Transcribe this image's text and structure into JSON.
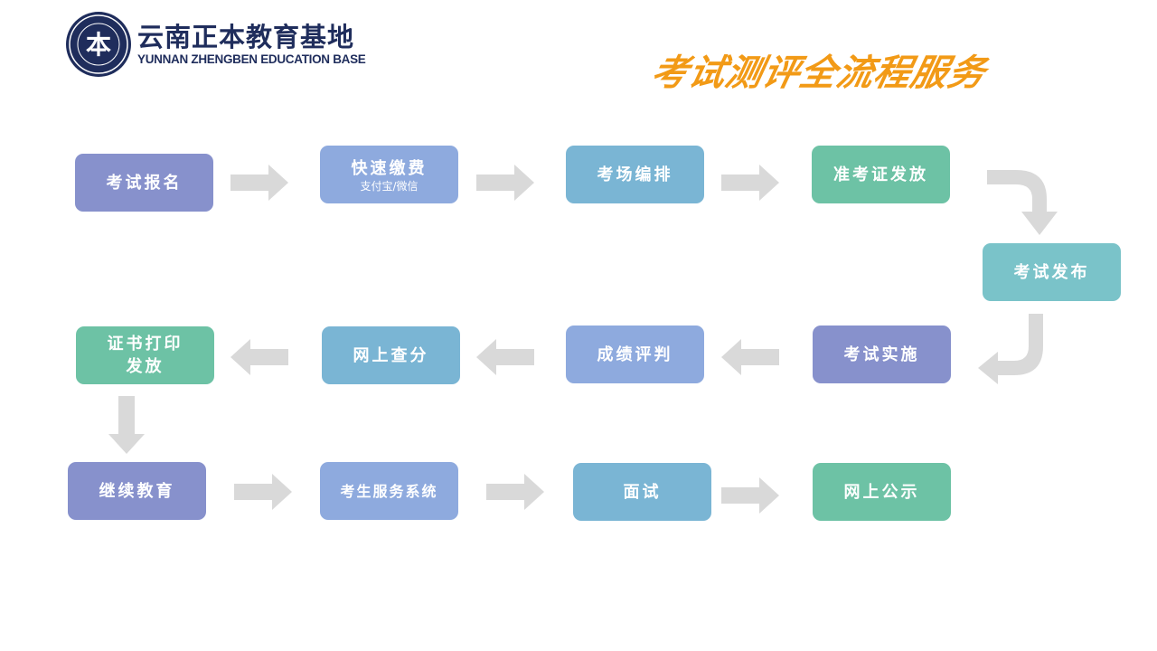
{
  "header": {
    "logo_cn": "云南正本教育基地",
    "logo_en": "YUNNAN ZHENGBEN EDUCATION BASE",
    "seal_char": "本",
    "title": "考试测评全流程服务"
  },
  "colors": {
    "brand_navy": "#1f2d5c",
    "title_orange": "#f29a16",
    "purple": "#8791cc",
    "lavender": "#8eaade",
    "blue": "#7ab5d4",
    "green": "#6dc2a5",
    "teal": "#7ac3c9",
    "arrow_gray": "#d9d9d9"
  },
  "steps": [
    {
      "label": "考试报名",
      "sub": ""
    },
    {
      "label": "快速缴费",
      "sub": "支付宝/微信"
    },
    {
      "label": "考场编排",
      "sub": ""
    },
    {
      "label": "准考证发放",
      "sub": ""
    },
    {
      "label": "考试发布",
      "sub": ""
    },
    {
      "label": "考试实施",
      "sub": ""
    },
    {
      "label": "成绩评判",
      "sub": ""
    },
    {
      "label": "网上查分",
      "sub": ""
    },
    {
      "label": "证书打印\n发放",
      "sub": ""
    },
    {
      "label": "继续教育",
      "sub": ""
    },
    {
      "label": "考生服务系统",
      "sub": ""
    },
    {
      "label": "面试",
      "sub": ""
    },
    {
      "label": "网上公示",
      "sub": ""
    }
  ]
}
